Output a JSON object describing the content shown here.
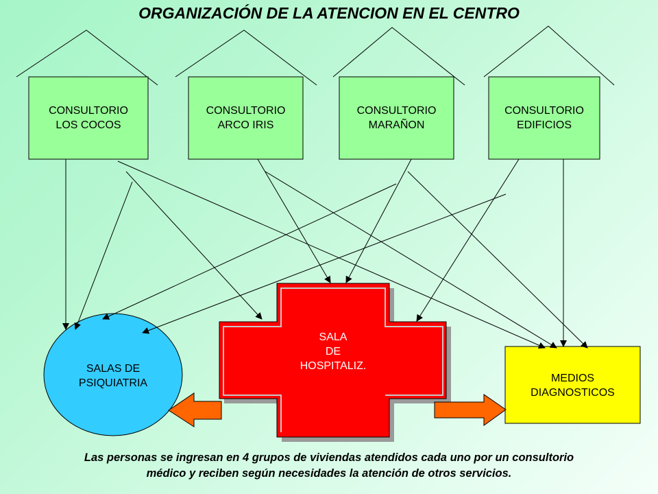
{
  "title": "ORGANIZACIÓN DE LA ATENCION EN EL CENTRO",
  "consultorios": [
    {
      "line1": "CONSULTORIO",
      "line2": "LOS COCOS"
    },
    {
      "line1": "CONSULTORIO",
      "line2": "ARCO IRIS"
    },
    {
      "line1": "CONSULTORIO",
      "line2": "MARAÑON"
    },
    {
      "line1": "CONSULTORIO",
      "line2": "EDIFICIOS"
    }
  ],
  "psiquiatria": {
    "line1": "SALAS DE",
    "line2": "PSIQUIATRIA"
  },
  "hospitalizacion": {
    "line1": "SALA",
    "line2": "DE",
    "line3": "HOSPITALIZ."
  },
  "diagnosticos": {
    "line1": "MEDIOS",
    "line2": "DIAGNOSTICOS"
  },
  "caption": {
    "line1": "Las personas se ingresan en 4 grupos de viviendas atendidos cada uno por un consultorio",
    "line2": "médico y reciben según necesidades la atención de otros servicios."
  },
  "colors": {
    "consultorio_fill": "#99ff99",
    "psiquiatria_fill": "#33ccff",
    "hospital_fill": "#ff0000",
    "diagnosticos_fill": "#ffff00",
    "exchange_arrow_fill": "#ff6600"
  }
}
